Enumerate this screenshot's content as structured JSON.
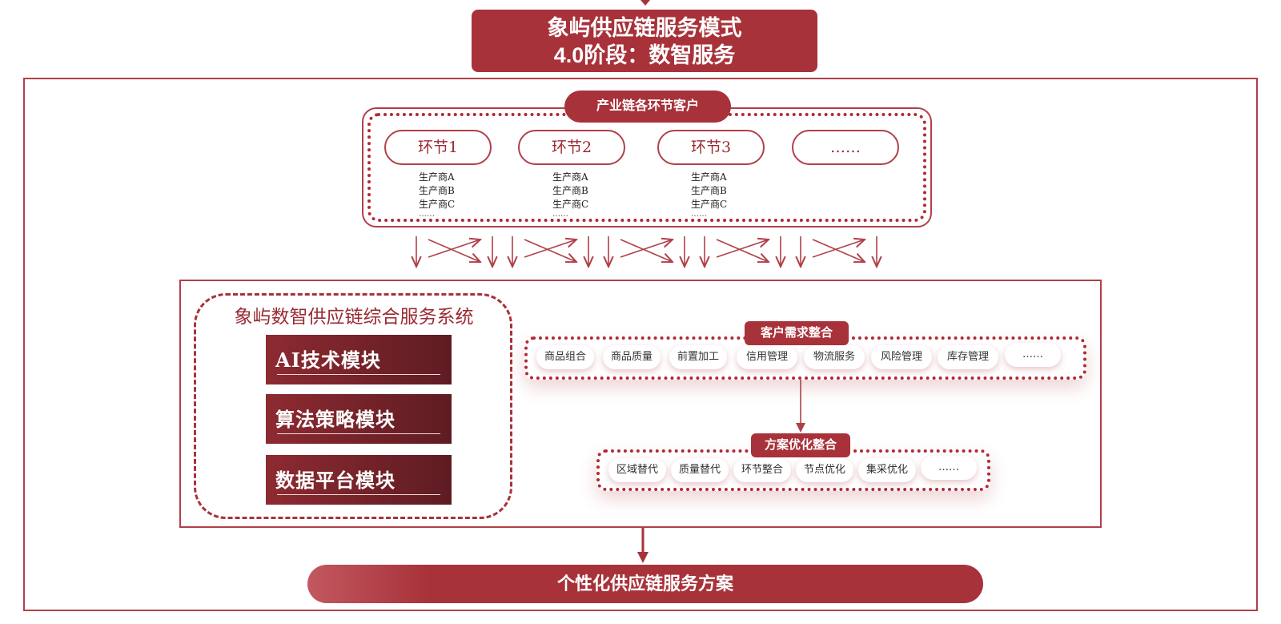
{
  "title": {
    "line1": "象屿供应链服务模式",
    "line2": "4.0阶段：数智服务"
  },
  "customers": {
    "title": "产业链各环节客户",
    "stages": [
      {
        "label": "环节1",
        "producers": [
          "生产商A",
          "生产商B",
          "生产商C"
        ],
        "more": "……"
      },
      {
        "label": "环节2",
        "producers": [
          "生产商A",
          "生产商B",
          "生产商C"
        ],
        "more": "……"
      },
      {
        "label": "环节3",
        "producers": [
          "生产商A",
          "生产商B",
          "生产商C"
        ],
        "more": "……"
      },
      {
        "label": "……"
      }
    ]
  },
  "system": {
    "title": "象屿数智供应链综合服务系统",
    "modules": [
      "AI技术模块",
      "算法策略模块",
      "数据平台模块"
    ]
  },
  "demand": {
    "title": "客户需求整合",
    "items": [
      "商品组合",
      "商品质量",
      "前置加工",
      "信用管理",
      "物流服务",
      "风险管理",
      "库存管理",
      "……"
    ]
  },
  "optimization": {
    "title": "方案优化整合",
    "items": [
      "区域替代",
      "质量替代",
      "环节整合",
      "节点优化",
      "集采优化",
      "……"
    ]
  },
  "result": {
    "label": "个性化供应链服务方案"
  },
  "colors": {
    "accent": "#a8323a",
    "dark": "#5e1c22",
    "border": "#b04048"
  }
}
